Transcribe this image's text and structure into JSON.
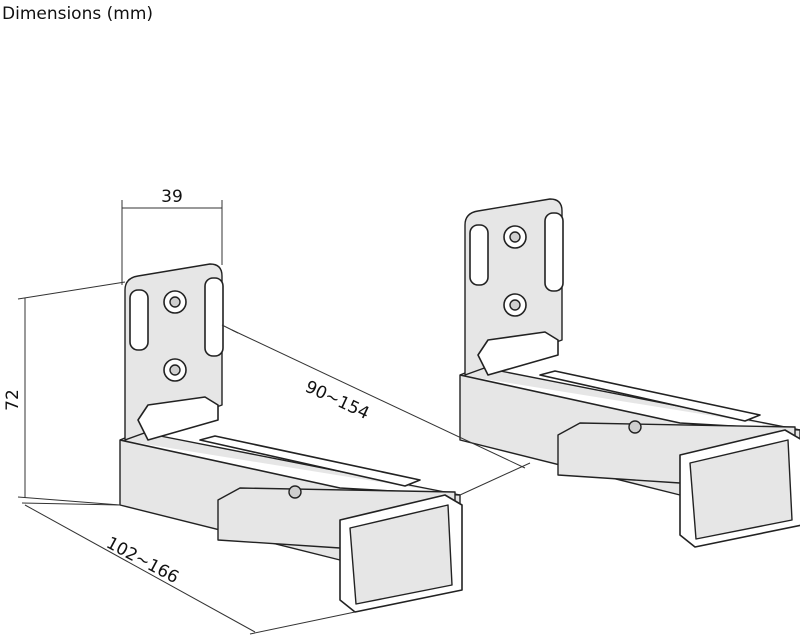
{
  "title": "Dimensions (mm)",
  "dimensions": {
    "plate_width": "39",
    "height": "72",
    "depth_range": "90~154",
    "total_range": "102~166"
  }
}
